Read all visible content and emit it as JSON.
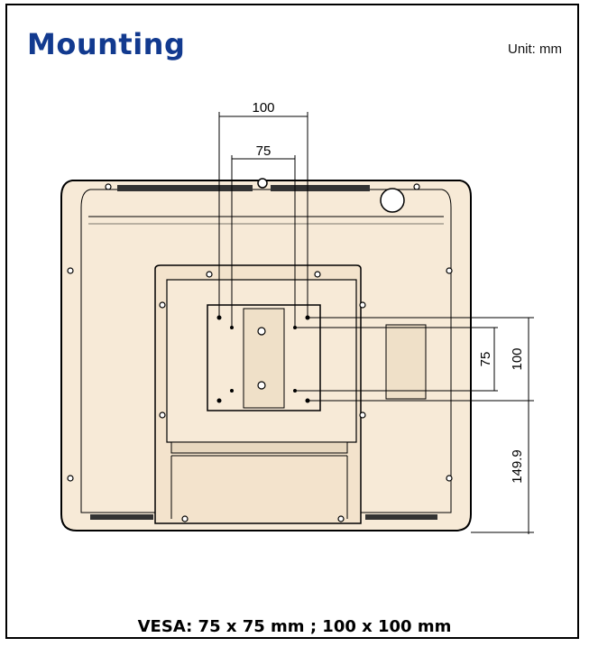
{
  "header": {
    "title": "Mounting",
    "unit": "Unit: mm"
  },
  "dimensions": {
    "hole_spacing_outer": "100",
    "hole_spacing_inner": "75",
    "vertical_inner": "75",
    "vertical_outer": "100",
    "vertical_offset": "149.9"
  },
  "footer": {
    "caption": "VESA: 75 x 75 mm ; 100 x 100 mm"
  },
  "colors": {
    "title": "#123a8f",
    "panel": "#f7ead7",
    "line": "#000000"
  }
}
